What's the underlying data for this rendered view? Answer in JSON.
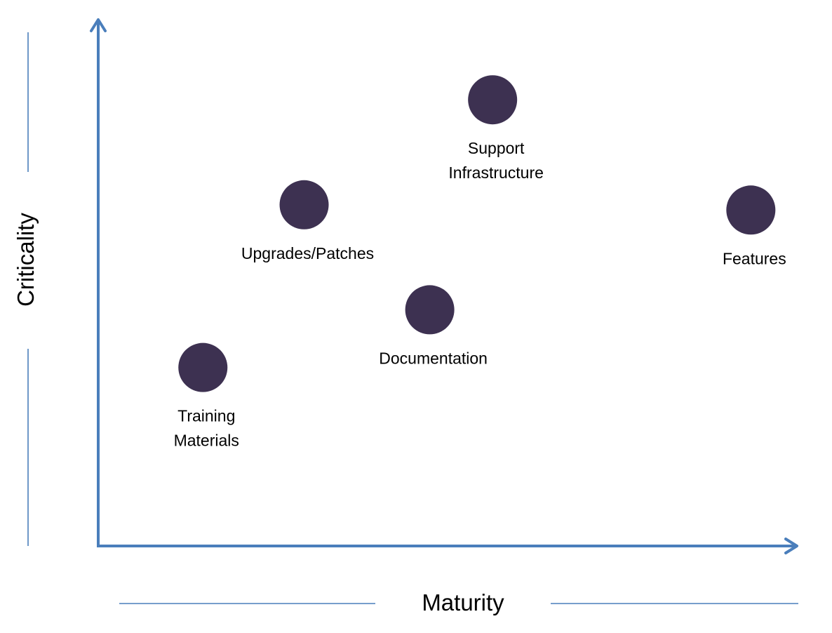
{
  "chart_data": {
    "type": "scatter",
    "title": "",
    "xlabel": "Maturity",
    "ylabel": "Criticality",
    "xlim": [
      0,
      100
    ],
    "ylim": [
      0,
      100
    ],
    "grid": false,
    "legend": "none",
    "colors": {
      "marker": "#3d3151",
      "axis": "#4a7ebb",
      "decor_line": "#4a7ebb"
    },
    "points": [
      {
        "label": [
          "Training",
          "Materials"
        ],
        "x": 15,
        "y": 34
      },
      {
        "label": [
          "Upgrades/Patches"
        ],
        "x": 29.5,
        "y": 65
      },
      {
        "label": [
          "Documentation"
        ],
        "x": 47.5,
        "y": 45
      },
      {
        "label": [
          "Support",
          "Infrastructure"
        ],
        "x": 56.5,
        "y": 85
      },
      {
        "label": [
          "Features"
        ],
        "x": 93.5,
        "y": 64
      }
    ]
  }
}
